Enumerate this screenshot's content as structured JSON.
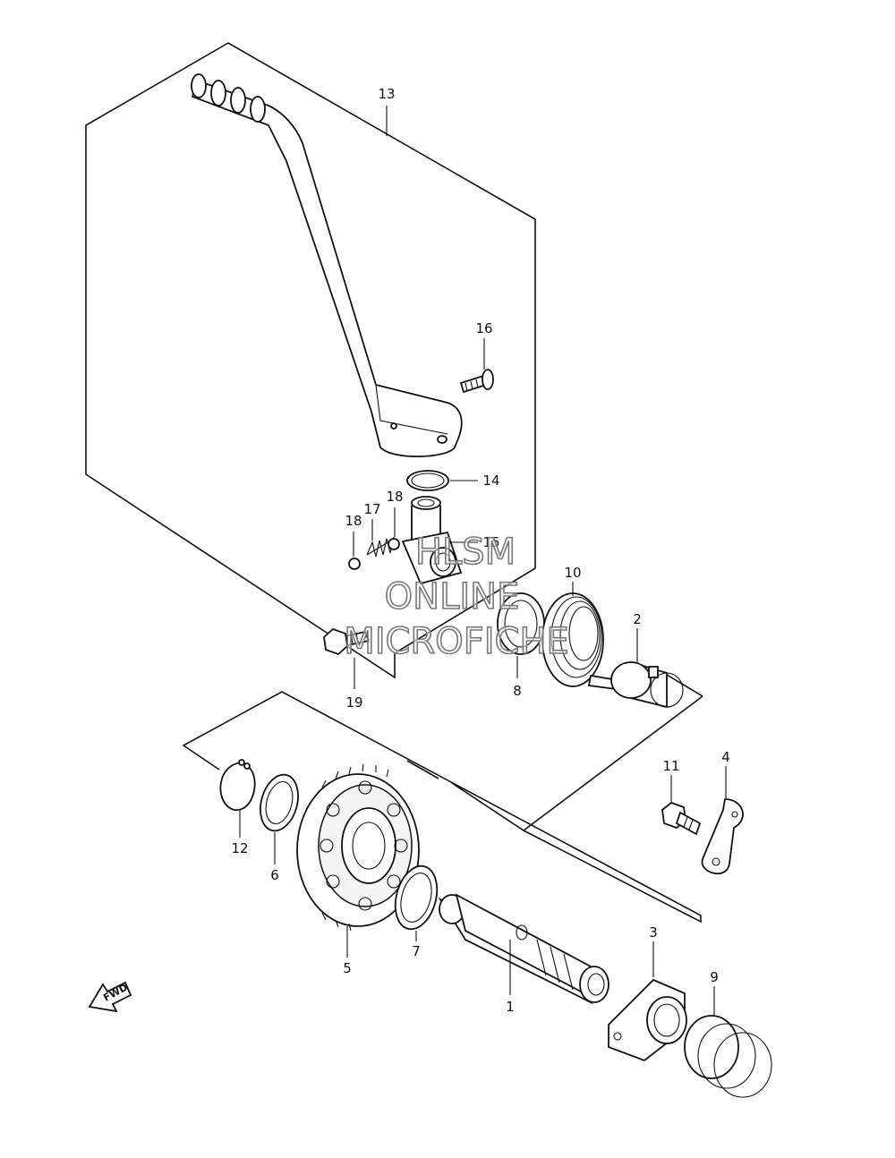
{
  "callouts": {
    "p1": "1",
    "p2": "2",
    "p3": "3",
    "p4": "4",
    "p5": "5",
    "p6": "6",
    "p7": "7",
    "p8": "8",
    "p9": "9",
    "p10": "10",
    "p11": "11",
    "p12": "12",
    "p13": "13",
    "p14": "14",
    "p15": "15",
    "p16": "16",
    "p17": "17",
    "p18a": "18",
    "p18b": "18",
    "p19": "19"
  },
  "fwd_label": "FWD",
  "watermark": {
    "line1": "HLSM",
    "line2": "ONLINE",
    "line3": "MICROFICHE"
  }
}
